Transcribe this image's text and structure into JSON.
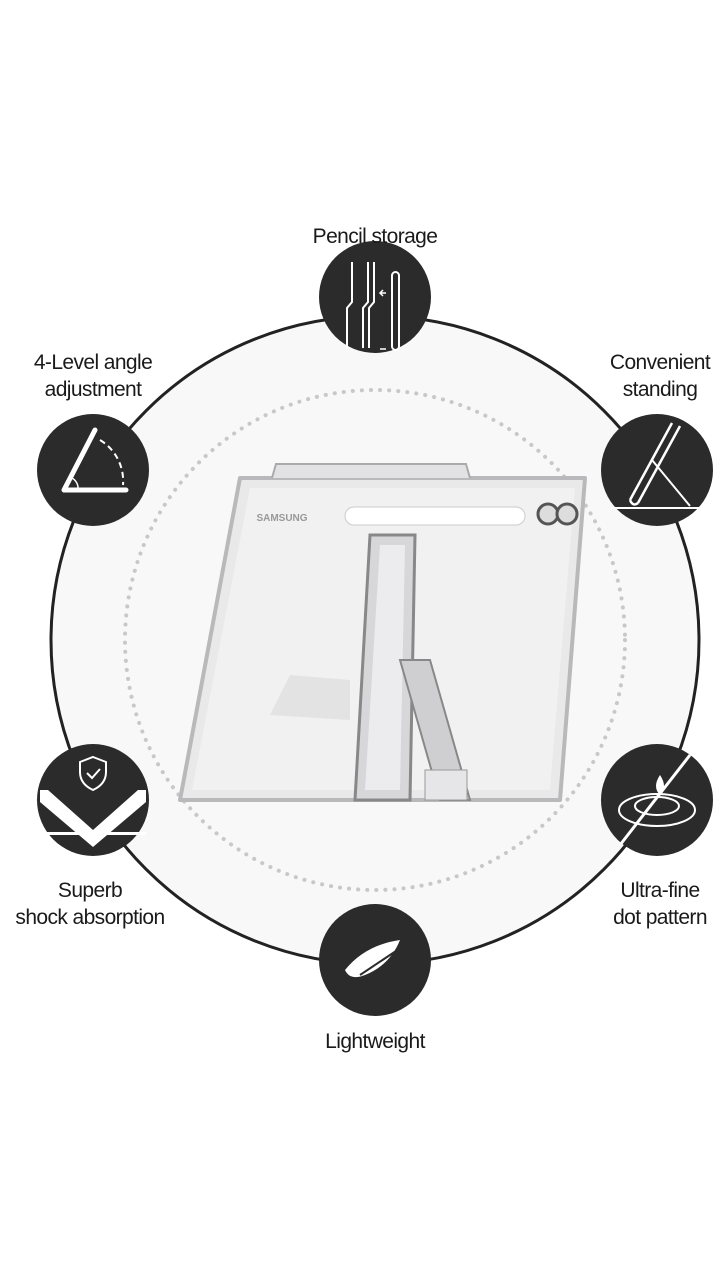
{
  "features": [
    {
      "id": "pencil",
      "lines": [
        "Pencil storage"
      ],
      "icon": "pencil-holder-icon"
    },
    {
      "id": "angle",
      "lines": [
        "4-Level angle",
        "adjustment"
      ],
      "icon": "angle-icon"
    },
    {
      "id": "standing",
      "lines": [
        "Convenient",
        "standing"
      ],
      "icon": "kickstand-icon"
    },
    {
      "id": "shock",
      "lines": [
        "Superb",
        "shock absorption"
      ],
      "icon": "shield-icon"
    },
    {
      "id": "dots",
      "lines": [
        "Ultra-fine",
        "dot pattern"
      ],
      "icon": "water-drop-icon"
    },
    {
      "id": "light",
      "lines": [
        "Lightweight"
      ],
      "icon": "feather-icon"
    }
  ],
  "product": {
    "brand_logo": "SAMSUNG"
  },
  "colors": {
    "icon_bg": "#2b2b2b",
    "ring": "#222222",
    "dots": "#c8c8c8",
    "inner_bg": "#f7f7f7"
  }
}
